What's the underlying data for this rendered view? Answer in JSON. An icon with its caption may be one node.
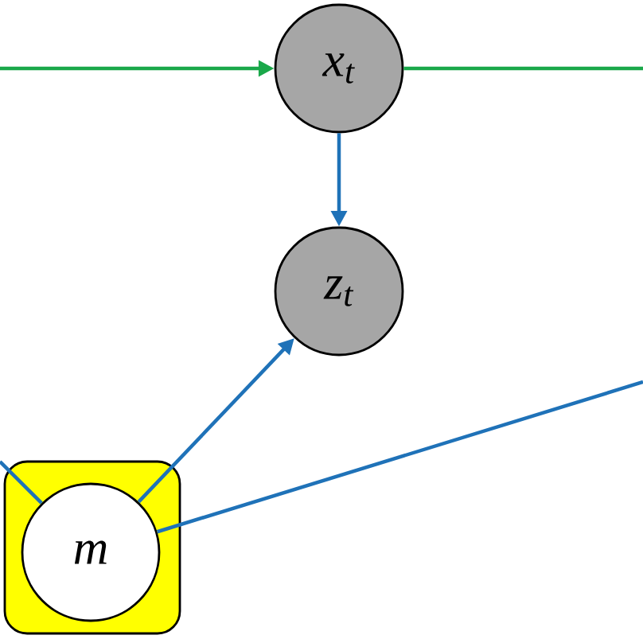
{
  "diagram": {
    "nodes": [
      {
        "text": [
          "x$_{t}$"
        ]
      },
      {
        "text": [
          "z$_{t}$"
        ]
      },
      {
        "text": [],
        "shape": "box"
      },
      {
        "text": [
          "m"
        ],
        "in": 2
      }
    ],
    "edges": [
      {
        "from": null,
        "to": 0,
        "arrow": "to",
        "color": "#1aa84a"
      },
      {
        "from": 0,
        "to": null,
        "arrow": "none",
        "color": "#1aa84a"
      },
      {
        "from": 0,
        "to": 1,
        "arrow": "to"
      },
      {
        "from": 3,
        "to": 1,
        "arrow": "to"
      },
      {
        "from": 3,
        "to": null,
        "arrow": "none"
      },
      {
        "from": null,
        "to": 3,
        "arrow": "none"
      }
    ]
  }
}
